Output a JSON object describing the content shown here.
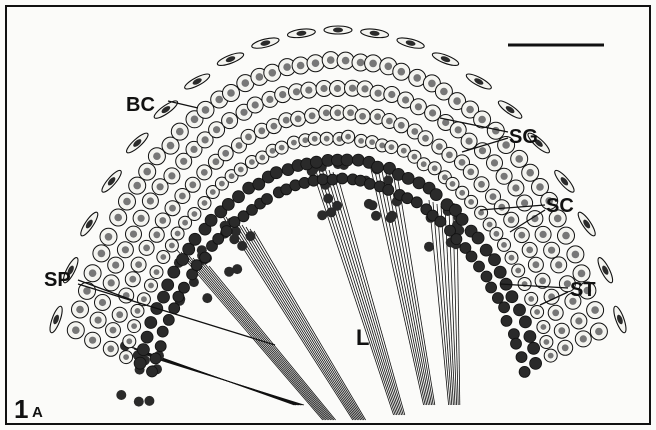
{
  "figure": {
    "panel_label": "1",
    "panel_sublabel": "A",
    "labels": {
      "bc": "BC",
      "sg": "SG",
      "sc": "SC",
      "st": "ST",
      "sp": "SP",
      "l": "L"
    }
  },
  "colors": {
    "ink": "#111111",
    "paper": "#fbfbf9",
    "cell_fill": "#f4f4f0",
    "nucleus": "#777777",
    "dark_cell": "#2a2a2a"
  }
}
